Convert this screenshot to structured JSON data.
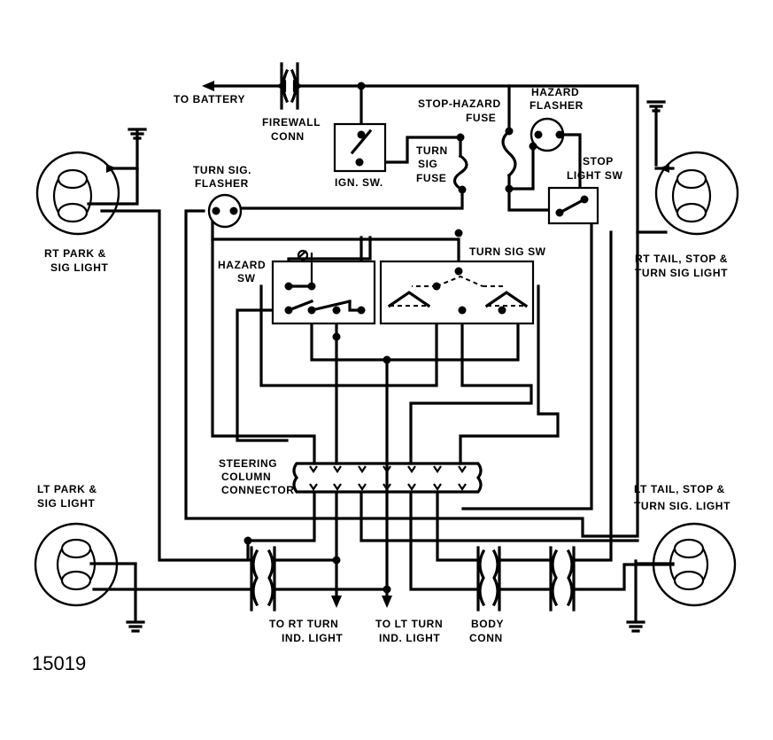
{
  "figure_number": "15019",
  "labels": {
    "to_battery": "TO BATTERY",
    "firewall_conn_1": "FIREWALL",
    "firewall_conn_2": "CONN",
    "ign_sw": "IGN. SW.",
    "turn_sig_fuse_1": "TURN",
    "turn_sig_fuse_2": "SIG",
    "turn_sig_fuse_3": "FUSE",
    "stop_hazard_fuse_1": "STOP-HAZARD",
    "stop_hazard_fuse_2": "FUSE",
    "hazard_flasher_1": "HAZARD",
    "hazard_flasher_2": "FLASHER",
    "stop_light_sw_1": "STOP",
    "stop_light_sw_2": "LIGHT SW",
    "turn_sig_flasher_1": "TURN SIG.",
    "turn_sig_flasher_2": "FLASHER",
    "hazard_sw_1": "HAZARD",
    "hazard_sw_2": "SW",
    "turn_sig_sw": "TURN SIG SW",
    "rt_park_1": "RT  PARK &",
    "rt_park_2": "SIG LIGHT",
    "rt_tail_1": "RT  TAIL, STOP &",
    "rt_tail_2": "TURN SIG  LIGHT",
    "lt_park_1": "LT  PARK &",
    "lt_park_2": "SIG  LIGHT",
    "lt_tail_1": "LT  TAIL, STOP &",
    "lt_tail_2": "TURN SIG. LIGHT",
    "steering_1": "STEERING",
    "steering_2": "COLUMN",
    "steering_3": "CONNECTOR",
    "to_rt_ind_1": "TO RT  TURN",
    "to_rt_ind_2": "IND. LIGHT",
    "to_lt_ind_1": "TO LT  TURN",
    "to_lt_ind_2": "IND. LIGHT",
    "body_conn_1": "BODY",
    "body_conn_2": "CONN"
  }
}
